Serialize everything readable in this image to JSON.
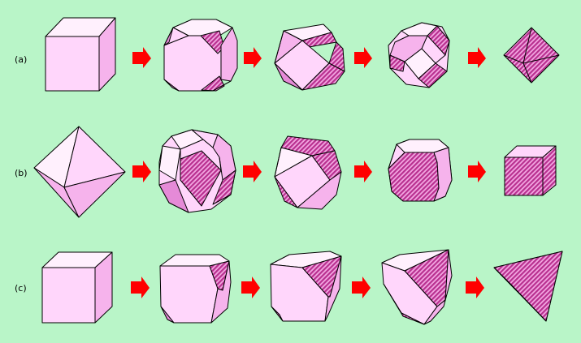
{
  "rows": [
    {
      "label": "(a)"
    },
    {
      "label": "(b)"
    },
    {
      "label": "(c)"
    }
  ],
  "colors": {
    "background": "#b9f5c8",
    "face_light": "#ffd6fb",
    "face_mid": "#f6b3ec",
    "face_dark": "#e58ad7",
    "hatch_fill": "#c33fa4",
    "arrow": "#ff0000"
  }
}
